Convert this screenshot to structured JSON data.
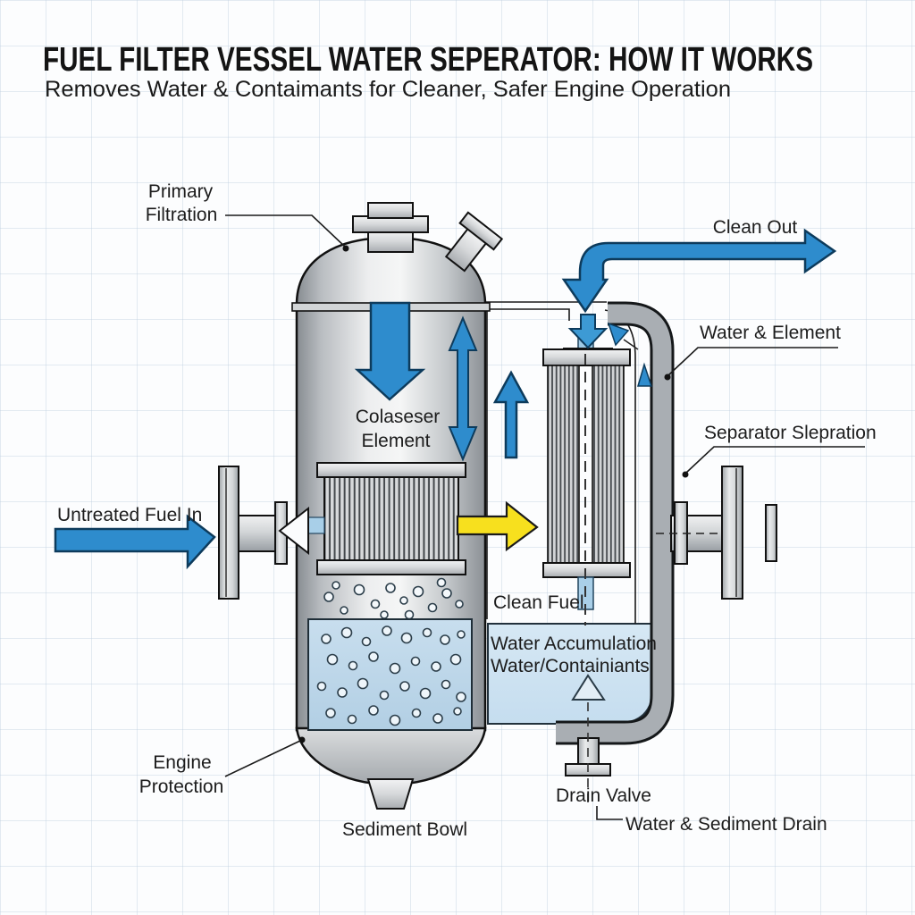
{
  "header": {
    "title": "FUEL FILTER VESSEL WATER SEPERATOR: HOW IT WORKS",
    "subtitle": "Removes Water & Contaimants for Cleaner, Safer Engine Operation"
  },
  "labels": {
    "primary_filtration": {
      "line1": "Primary",
      "line2": "Filtration"
    },
    "clean_out": "Clean Out",
    "water_element": "Water & Element",
    "separator_slepration": "Separator Slepration",
    "untreated_fuel_in": "Untreated Fuel In",
    "coalescer_element": {
      "line1": "Colaseser",
      "line2": "Element"
    },
    "clean_fuel": "Clean Fuel",
    "water_accumulation": {
      "line1": "Water Accumulation",
      "line2": "Water/Containiants"
    },
    "engine_protection": {
      "line1": "Engine",
      "line2": "Protection"
    },
    "sediment_bowl": "Sediment Bowl",
    "drain_valve": "Drain Valve",
    "water_sediment_drain": "Water & Sediment Drain"
  },
  "colors": {
    "flow_arrow_blue": "#2E8CCD",
    "flow_arrow_outline": "#0D3B5C",
    "clean_fuel_arrow_yellow": "#F7E01E",
    "water_blue": "#BDD8EA",
    "metal_gray": "#C9CCD0",
    "line_black": "#1A1A1A"
  }
}
